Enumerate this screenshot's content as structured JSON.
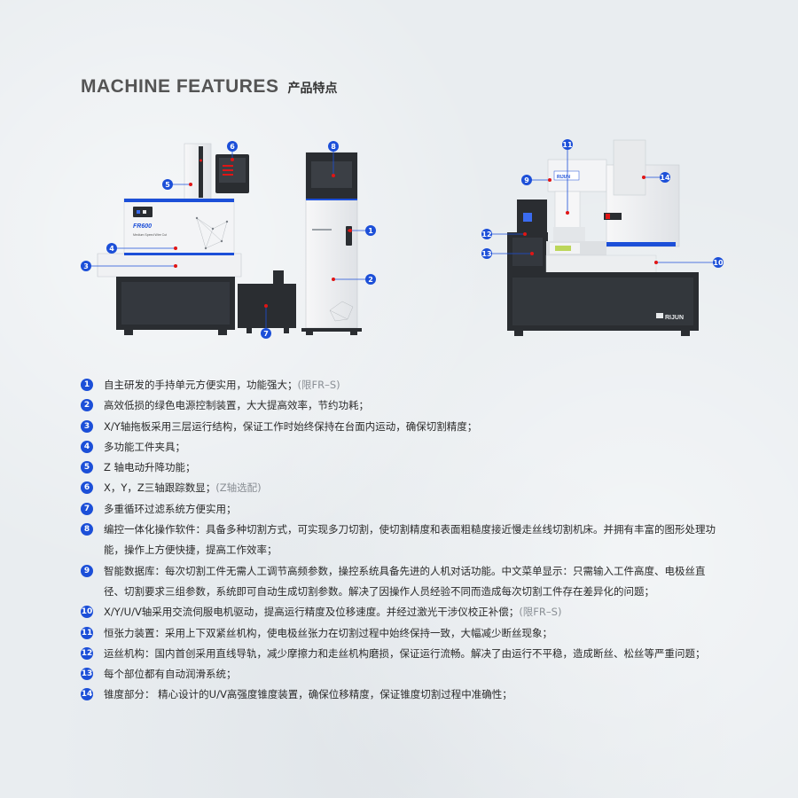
{
  "header": {
    "title_en": "MACHINE FEATURES",
    "title_cn": "产品特点"
  },
  "machine_left": {
    "model": "FR600",
    "subtitle": "Medium Speed Wire Cut"
  },
  "machine_right": {
    "brand": "RIJUN",
    "panel_brand": "RIJUN"
  },
  "callouts_left": [
    "1",
    "2",
    "3",
    "4",
    "5",
    "6",
    "7",
    "8"
  ],
  "callouts_right": [
    "9",
    "10",
    "11",
    "12",
    "13",
    "14"
  ],
  "colors": {
    "accent": "#1c4fd8",
    "marker": "#e01515",
    "frame": "#2a2d31"
  },
  "features": [
    {
      "num": "1",
      "text": "自主研发的手持单元方便实用，功能强大；",
      "note": "(限FR–S)"
    },
    {
      "num": "2",
      "text": "高效低损的绿色电源控制装置，大大提高效率，节约功耗；",
      "note": ""
    },
    {
      "num": "3",
      "text": "X/Y轴拖板采用三层运行结构，保证工作时始终保持在台面内运动，确保切割精度；",
      "note": ""
    },
    {
      "num": "4",
      "text": "多功能工件夹具；",
      "note": ""
    },
    {
      "num": "5",
      "text": "Z 轴电动升降功能；",
      "note": ""
    },
    {
      "num": "6",
      "text": "X，Y，Z三轴跟踪数显；",
      "note": "(Z轴选配)"
    },
    {
      "num": "7",
      "text": "多重循环过滤系统方便实用；",
      "note": ""
    },
    {
      "num": "8",
      "text": "编控一体化操作软件：具备多种切割方式，可实现多刀切割，使切割精度和表面粗糙度接近慢走丝线切割机床。并拥有丰富的图形处理功能，操作上方便快捷，提高工作效率；",
      "note": ""
    },
    {
      "num": "9",
      "text": "智能数据库：每次切割工件无需人工调节高频参数，操控系统具备先进的人机对话功能。中文菜单显示：只需输入工件高度、电极丝直径、切割要求三组参数，系统即可自动生成切割参数。解决了因操作人员经验不同而造成每次切割工件存在差异化的问题；",
      "note": ""
    },
    {
      "num": "10",
      "text": "X/Y/U/V轴采用交流伺服电机驱动，提高运行精度及位移速度。并经过激光干涉仪校正补偿；",
      "note": "(限FR–S)"
    },
    {
      "num": "11",
      "text": "恒张力装置：采用上下双紧丝机构，使电极丝张力在切割过程中始终保持一致，大幅减少断丝现象；",
      "note": ""
    },
    {
      "num": "12",
      "text": "运丝机构：国内首创采用直线导轨，减少摩擦力和走丝机构磨损，保证运行流畅。解决了由运行不平稳，造成断丝、松丝等严重问题；",
      "note": ""
    },
    {
      "num": "13",
      "text": "每个部位都有自动润滑系统；",
      "note": ""
    },
    {
      "num": "14",
      "text": "锥度部分： 精心设计的U/V高强度锥度装置，确保位移精度，保证锥度切割过程中准确性；",
      "note": ""
    }
  ]
}
